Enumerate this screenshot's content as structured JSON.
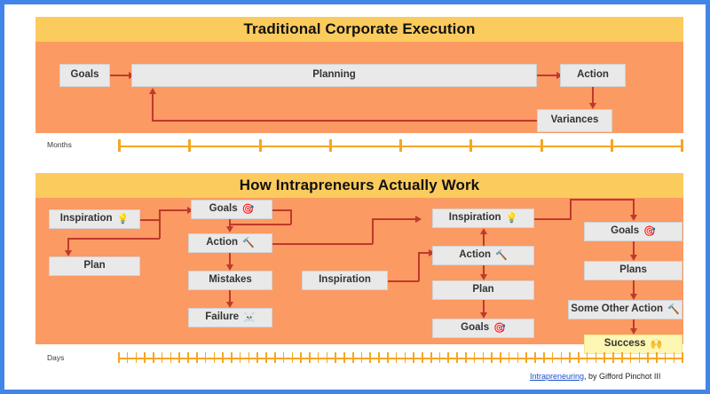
{
  "frame": {
    "border_color": "#4285e8",
    "background": "#ffffff"
  },
  "colors": {
    "panel_body": "#fb9a63",
    "panel_header": "#fccb5d",
    "node_fill": "#e9e9e9",
    "node_highlight": "#fdf7b3",
    "arrow": "#c0392b",
    "timeline": "#f5a623",
    "link": "#1a4fd0"
  },
  "panels": [
    {
      "id": "traditional",
      "title": "Traditional Corporate Execution",
      "nodes": [
        {
          "id": "t-goals",
          "label": "Goals",
          "emoji": ""
        },
        {
          "id": "t-planning",
          "label": "Planning",
          "emoji": ""
        },
        {
          "id": "t-action",
          "label": "Action",
          "emoji": ""
        },
        {
          "id": "t-variances",
          "label": "Variances",
          "emoji": ""
        }
      ],
      "timeline": {
        "label": "Months",
        "ticks": 9
      }
    },
    {
      "id": "intrapreneurs",
      "title": "How Intrapreneurs Actually Work",
      "nodes": [
        {
          "id": "i-inspiration-1",
          "label": "Inspiration",
          "emoji": "💡"
        },
        {
          "id": "i-plan-1",
          "label": "Plan",
          "emoji": ""
        },
        {
          "id": "i-goals-1",
          "label": "Goals",
          "emoji": "🎯"
        },
        {
          "id": "i-action-1",
          "label": "Action",
          "emoji": "🔨"
        },
        {
          "id": "i-mistakes",
          "label": "Mistakes",
          "emoji": ""
        },
        {
          "id": "i-failure",
          "label": "Failure",
          "emoji": "☠️"
        },
        {
          "id": "i-inspiration-2",
          "label": "Inspiration",
          "emoji": ""
        },
        {
          "id": "i-inspiration-3",
          "label": "Inspiration",
          "emoji": "💡"
        },
        {
          "id": "i-action-2",
          "label": "Action",
          "emoji": "🔨"
        },
        {
          "id": "i-plan-2",
          "label": "Plan",
          "emoji": ""
        },
        {
          "id": "i-goals-2",
          "label": "Goals",
          "emoji": "🎯"
        },
        {
          "id": "i-goals-3",
          "label": "Goals",
          "emoji": "🎯"
        },
        {
          "id": "i-plans",
          "label": "Plans",
          "emoji": ""
        },
        {
          "id": "i-some-other-action",
          "label": "Some Other Action",
          "emoji": "🔨"
        },
        {
          "id": "i-success",
          "label": "Success",
          "emoji": "🙌"
        }
      ],
      "timeline": {
        "label": "Days",
        "ticks": 66
      }
    }
  ],
  "credit": {
    "link_text": "Intrapreneuring",
    "rest_text": ", by Gifford Pinchot III"
  }
}
